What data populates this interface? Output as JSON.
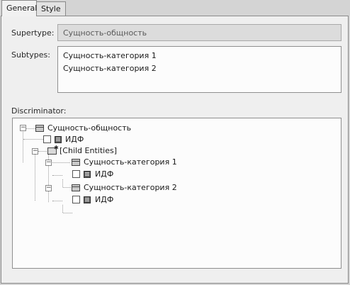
{
  "tabs": [
    {
      "label": "General",
      "active": true
    },
    {
      "label": "Style",
      "active": false
    }
  ],
  "supertype": {
    "label": "Supertype:",
    "value": "Сущность-общность"
  },
  "subtypes": {
    "label": "Subtypes:",
    "items": [
      "Сущность-категория 1",
      "Сущность-категория 2"
    ]
  },
  "discriminator": {
    "label": "Discriminator:",
    "tree": {
      "root": "Сущность-общность",
      "root_attr": "ИДФ",
      "child_group": "[Child Entities]",
      "child1": "Сущность-категория 1",
      "child1_attr": "ИДФ",
      "child2": "Сущность-категория 2",
      "child2_attr": "ИДФ"
    }
  },
  "colors": {
    "panel": "#efefef",
    "field_disabled": "#dcdcdc",
    "border": "#8a8a8a"
  },
  "icons": {
    "toggle": "minus-toggle-icon",
    "entity": "entity-table-icon",
    "attribute": "attribute-icon"
  }
}
